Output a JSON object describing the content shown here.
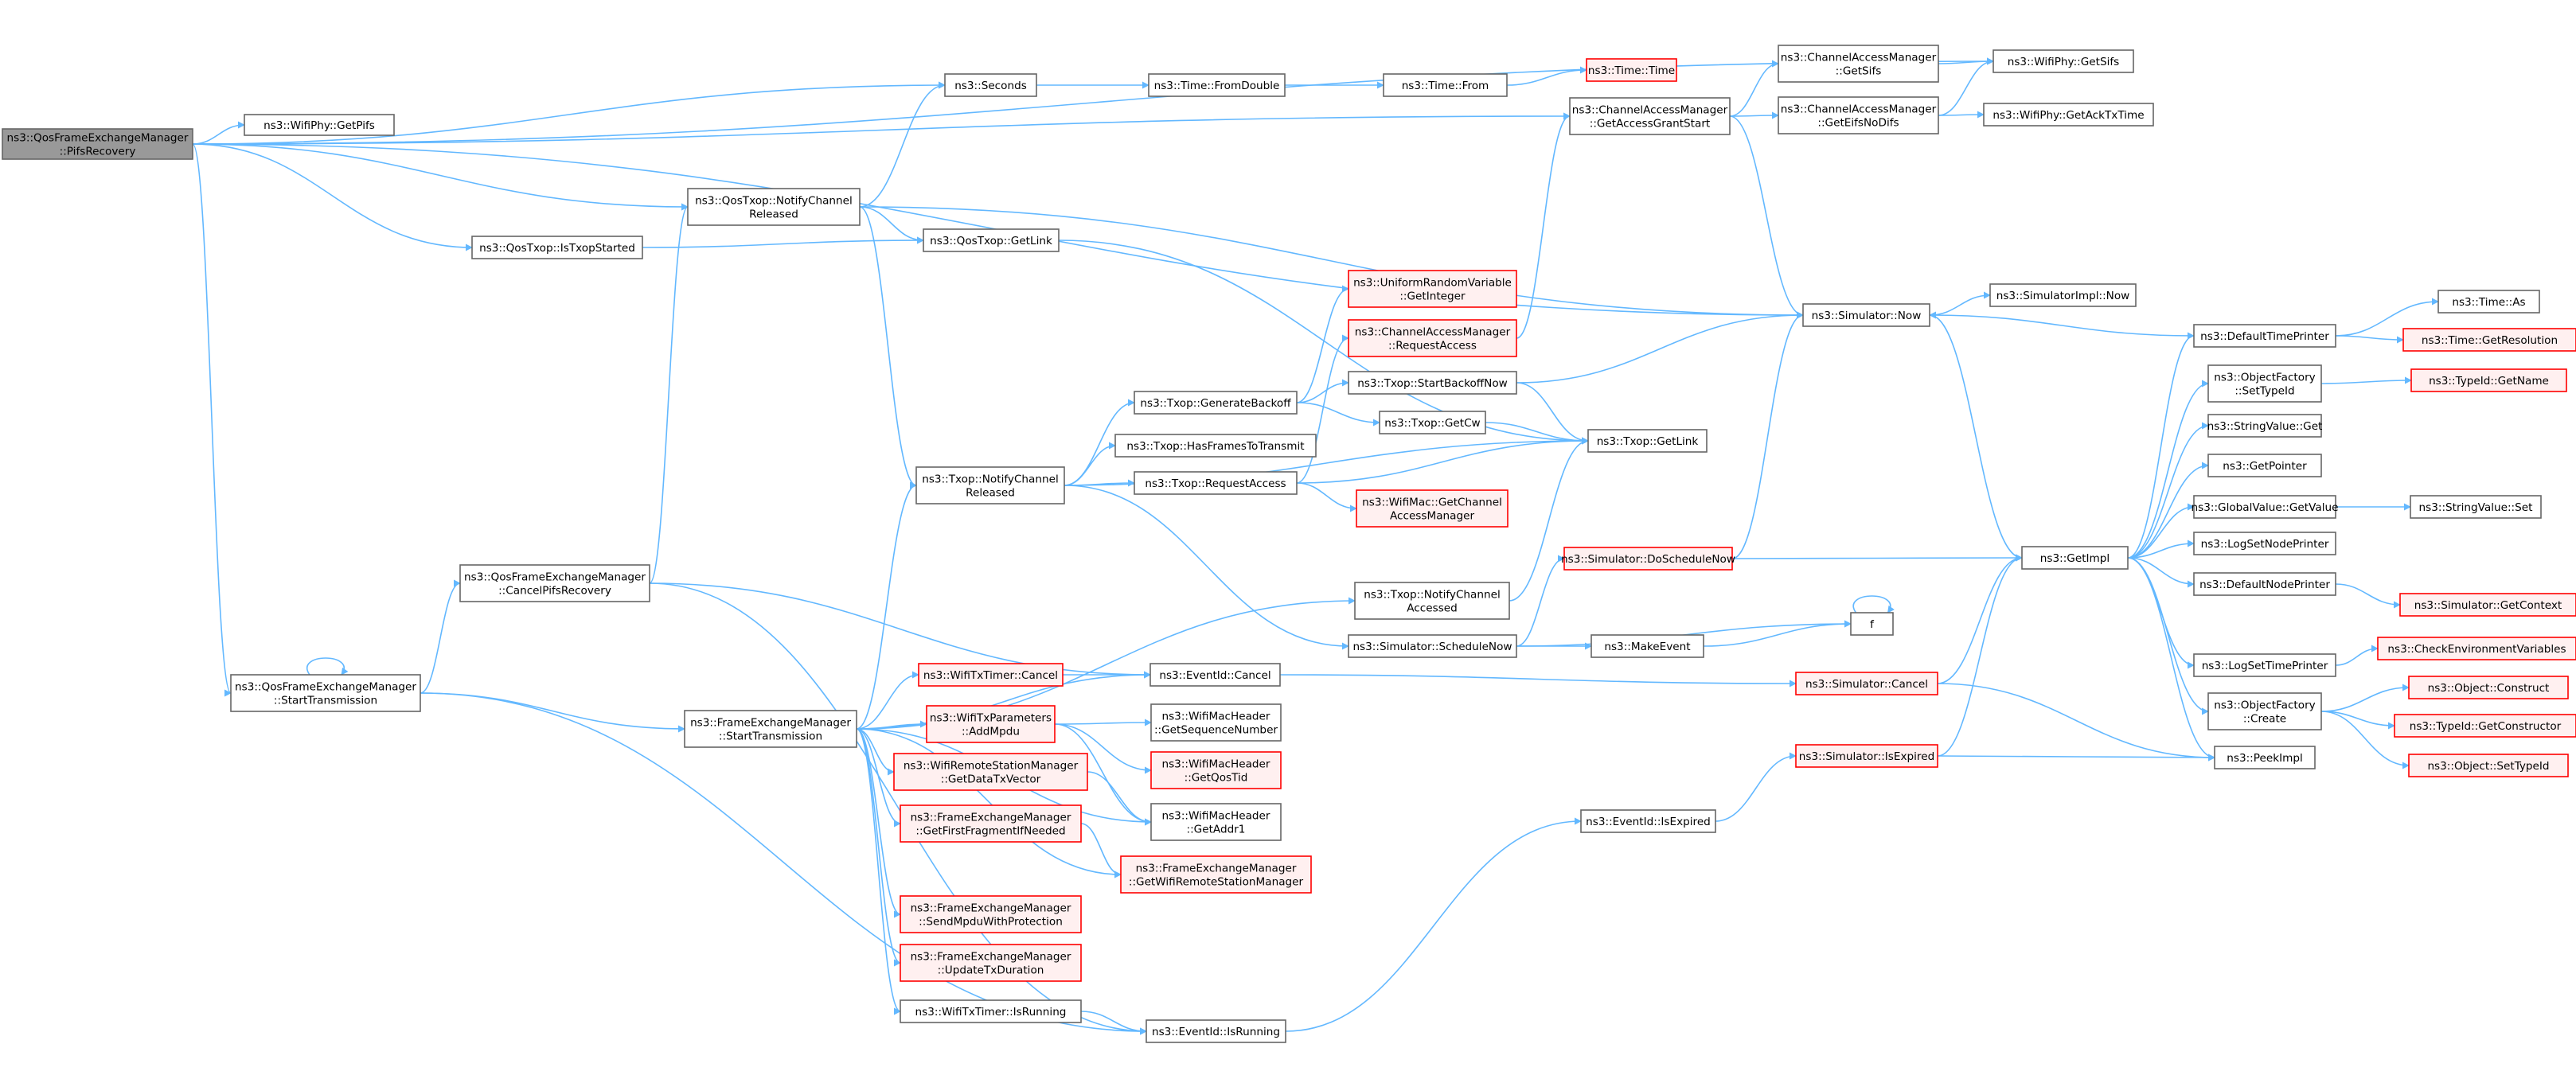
{
  "colors": {
    "edge": "#63b8ff",
    "node_fill": "#ffffff",
    "node_border": "#666666",
    "root_fill": "#999999",
    "root_border": "#666666",
    "truncated_fill": "#fff0f0",
    "truncated_border": "#ff0000"
  },
  "nodes": [
    {
      "id": "root",
      "lines": [
        "ns3::QosFrameExchangeManager",
        "::PifsRecovery"
      ],
      "kind": "root"
    },
    {
      "id": "getpifs",
      "lines": [
        "ns3::WifiPhy::GetPifs"
      ],
      "kind": "normal"
    },
    {
      "id": "seconds",
      "lines": [
        "ns3::Seconds"
      ],
      "kind": "normal"
    },
    {
      "id": "fromdouble",
      "lines": [
        "ns3::Time::FromDouble"
      ],
      "kind": "normal"
    },
    {
      "id": "timefrom",
      "lines": [
        "ns3::Time::From"
      ],
      "kind": "normal"
    },
    {
      "id": "timetime",
      "lines": [
        "ns3::Time::Time"
      ],
      "kind": "truncated"
    },
    {
      "id": "getaccessgrant",
      "lines": [
        "ns3::ChannelAccessManager",
        "::GetAccessGrantStart"
      ],
      "kind": "normal"
    },
    {
      "id": "getsifs_cam",
      "lines": [
        "ns3::ChannelAccessManager",
        "::GetSifs"
      ],
      "kind": "normal"
    },
    {
      "id": "geteifs",
      "lines": [
        "ns3::ChannelAccessManager",
        "::GetEifsNoDifs"
      ],
      "kind": "normal"
    },
    {
      "id": "phy_getsifs",
      "lines": [
        "ns3::WifiPhy::GetSifs"
      ],
      "kind": "normal"
    },
    {
      "id": "getacktx",
      "lines": [
        "ns3::WifiPhy::GetAckTxTime"
      ],
      "kind": "normal"
    },
    {
      "id": "qos_notify",
      "lines": [
        "ns3::QosTxop::NotifyChannel",
        "Released"
      ],
      "kind": "normal"
    },
    {
      "id": "istxop",
      "lines": [
        "ns3::QosTxop::IsTxopStarted"
      ],
      "kind": "normal"
    },
    {
      "id": "qos_getlink",
      "lines": [
        "ns3::QosTxop::GetLink"
      ],
      "kind": "normal"
    },
    {
      "id": "simnow",
      "lines": [
        "ns3::Simulator::Now"
      ],
      "kind": "normal"
    },
    {
      "id": "simimplnow",
      "lines": [
        "ns3::SimulatorImpl::Now"
      ],
      "kind": "normal"
    },
    {
      "id": "urv",
      "lines": [
        "ns3::UniformRandomVariable",
        "::GetInteger"
      ],
      "kind": "truncated"
    },
    {
      "id": "cam_request",
      "lines": [
        "ns3::ChannelAccessManager",
        "::RequestAccess"
      ],
      "kind": "truncated"
    },
    {
      "id": "genbackoff",
      "lines": [
        "ns3::Txop::GenerateBackoff"
      ],
      "kind": "normal"
    },
    {
      "id": "startbackoff",
      "lines": [
        "ns3::Txop::StartBackoffNow"
      ],
      "kind": "normal"
    },
    {
      "id": "hasframes",
      "lines": [
        "ns3::Txop::HasFramesToTransmit"
      ],
      "kind": "normal"
    },
    {
      "id": "getcw",
      "lines": [
        "ns3::Txop::GetCw"
      ],
      "kind": "normal"
    },
    {
      "id": "txop_getlink",
      "lines": [
        "ns3::Txop::GetLink"
      ],
      "kind": "normal"
    },
    {
      "id": "txop_notify",
      "lines": [
        "ns3::Txop::NotifyChannel",
        "Released"
      ],
      "kind": "normal"
    },
    {
      "id": "txop_request",
      "lines": [
        "ns3::Txop::RequestAccess"
      ],
      "kind": "normal"
    },
    {
      "id": "mac_getcam",
      "lines": [
        "ns3::WifiMac::GetChannel",
        "AccessManager"
      ],
      "kind": "truncated"
    },
    {
      "id": "cancelpifs",
      "lines": [
        "ns3::QosFrameExchangeManager",
        "::CancelPifsRecovery"
      ],
      "kind": "normal"
    },
    {
      "id": "dschedulenow",
      "lines": [
        "ns3::Simulator::DoScheduleNow"
      ],
      "kind": "truncated"
    },
    {
      "id": "txop_accessed",
      "lines": [
        "ns3::Txop::NotifyChannel",
        "Accessed"
      ],
      "kind": "normal"
    },
    {
      "id": "schedulenow",
      "lines": [
        "ns3::Simulator::ScheduleNow"
      ],
      "kind": "normal"
    },
    {
      "id": "makeevent",
      "lines": [
        "ns3::MakeEvent"
      ],
      "kind": "normal"
    },
    {
      "id": "f",
      "lines": [
        "f"
      ],
      "kind": "normal"
    },
    {
      "id": "qos_starttx",
      "lines": [
        "ns3::QosFrameExchangeManager",
        "::StartTransmission"
      ],
      "kind": "normal"
    },
    {
      "id": "timer_cancel",
      "lines": [
        "ns3::WifiTxTimer::Cancel"
      ],
      "kind": "truncated"
    },
    {
      "id": "eventid_cancel",
      "lines": [
        "ns3::EventId::Cancel"
      ],
      "kind": "normal"
    },
    {
      "id": "sim_cancel",
      "lines": [
        "ns3::Simulator::Cancel"
      ],
      "kind": "truncated"
    },
    {
      "id": "addmpdu",
      "lines": [
        "ns3::WifiTxParameters",
        "::AddMpdu"
      ],
      "kind": "truncated"
    },
    {
      "id": "getseqnum",
      "lines": [
        "ns3::WifiMacHeader",
        "::GetSequenceNumber"
      ],
      "kind": "normal"
    },
    {
      "id": "getqostid",
      "lines": [
        "ns3::WifiMacHeader",
        "::GetQosTid"
      ],
      "kind": "truncated"
    },
    {
      "id": "fem_starttx",
      "lines": [
        "ns3::FrameExchangeManager",
        "::StartTransmission"
      ],
      "kind": "normal"
    },
    {
      "id": "getdatatx",
      "lines": [
        "ns3::WifiRemoteStationManager",
        "::GetDataTxVector"
      ],
      "kind": "truncated"
    },
    {
      "id": "getaddr1",
      "lines": [
        "ns3::WifiMacHeader",
        "::GetAddr1"
      ],
      "kind": "normal"
    },
    {
      "id": "getfirstfrag",
      "lines": [
        "ns3::FrameExchangeManager",
        "::GetFirstFragmentIfNeeded"
      ],
      "kind": "truncated"
    },
    {
      "id": "getwrsm",
      "lines": [
        "ns3::FrameExchangeManager",
        "::GetWifiRemoteStationManager"
      ],
      "kind": "truncated"
    },
    {
      "id": "sendmpdu",
      "lines": [
        "ns3::FrameExchangeManager",
        "::SendMpduWithProtection"
      ],
      "kind": "truncated"
    },
    {
      "id": "updatetx",
      "lines": [
        "ns3::FrameExchangeManager",
        "::UpdateTxDuration"
      ],
      "kind": "truncated"
    },
    {
      "id": "timer_running",
      "lines": [
        "ns3::WifiTxTimer::IsRunning"
      ],
      "kind": "normal"
    },
    {
      "id": "eventid_running",
      "lines": [
        "ns3::EventId::IsRunning"
      ],
      "kind": "normal"
    },
    {
      "id": "eventid_expired",
      "lines": [
        "ns3::EventId::IsExpired"
      ],
      "kind": "normal"
    },
    {
      "id": "sim_expired",
      "lines": [
        "ns3::Simulator::IsExpired"
      ],
      "kind": "truncated"
    },
    {
      "id": "getimpl",
      "lines": [
        "ns3::GetImpl"
      ],
      "kind": "normal"
    },
    {
      "id": "peekimpl",
      "lines": [
        "ns3::PeekImpl"
      ],
      "kind": "normal"
    },
    {
      "id": "deftimeprinter",
      "lines": [
        "ns3::DefaultTimePrinter"
      ],
      "kind": "normal"
    },
    {
      "id": "timeas",
      "lines": [
        "ns3::Time::As"
      ],
      "kind": "normal"
    },
    {
      "id": "getres",
      "lines": [
        "ns3::Time::GetResolution"
      ],
      "kind": "truncated"
    },
    {
      "id": "settypeid",
      "lines": [
        "ns3::ObjectFactory",
        "::SetTypeId"
      ],
      "kind": "normal"
    },
    {
      "id": "getname",
      "lines": [
        "ns3::TypeId::GetName"
      ],
      "kind": "truncated"
    },
    {
      "id": "strget",
      "lines": [
        "ns3::StringValue::Get"
      ],
      "kind": "normal"
    },
    {
      "id": "getpointer",
      "lines": [
        "ns3::GetPointer"
      ],
      "kind": "normal"
    },
    {
      "id": "gvgetvalue",
      "lines": [
        "ns3::GlobalValue::GetValue"
      ],
      "kind": "normal"
    },
    {
      "id": "strset",
      "lines": [
        "ns3::StringValue::Set"
      ],
      "kind": "normal"
    },
    {
      "id": "lognodeprinter",
      "lines": [
        "ns3::LogSetNodePrinter"
      ],
      "kind": "normal"
    },
    {
      "id": "defnodeprinter",
      "lines": [
        "ns3::DefaultNodePrinter"
      ],
      "kind": "normal"
    },
    {
      "id": "getcontext",
      "lines": [
        "ns3::Simulator::GetContext"
      ],
      "kind": "truncated"
    },
    {
      "id": "logtimeprinter",
      "lines": [
        "ns3::LogSetTimePrinter"
      ],
      "kind": "normal"
    },
    {
      "id": "checkenv",
      "lines": [
        "ns3::CheckEnvironmentVariables"
      ],
      "kind": "truncated"
    },
    {
      "id": "ofcreate",
      "lines": [
        "ns3::ObjectFactory",
        "::Create"
      ],
      "kind": "normal"
    },
    {
      "id": "objconstruct",
      "lines": [
        "ns3::Object::Construct"
      ],
      "kind": "truncated"
    },
    {
      "id": "getconstructor",
      "lines": [
        "ns3::TypeId::GetConstructor"
      ],
      "kind": "truncated"
    },
    {
      "id": "objsettypeid",
      "lines": [
        "ns3::Object::SetTypeId"
      ],
      "kind": "truncated"
    }
  ],
  "edges": [
    [
      "root",
      "getpifs"
    ],
    [
      "root",
      "seconds"
    ],
    [
      "root",
      "getaccessgrant"
    ],
    [
      "root",
      "phy_getsifs"
    ],
    [
      "root",
      "qos_notify"
    ],
    [
      "root",
      "istxop"
    ],
    [
      "root",
      "simnow"
    ],
    [
      "root",
      "qos_starttx"
    ],
    [
      "seconds",
      "fromdouble"
    ],
    [
      "fromdouble",
      "timefrom"
    ],
    [
      "timefrom",
      "timetime"
    ],
    [
      "getaccessgrant",
      "getsifs_cam"
    ],
    [
      "getaccessgrant",
      "geteifs"
    ],
    [
      "getaccessgrant",
      "simnow"
    ],
    [
      "getsifs_cam",
      "phy_getsifs"
    ],
    [
      "geteifs",
      "phy_getsifs"
    ],
    [
      "geteifs",
      "getacktx"
    ],
    [
      "qos_notify",
      "seconds"
    ],
    [
      "qos_notify",
      "qos_getlink"
    ],
    [
      "qos_notify",
      "simnow"
    ],
    [
      "qos_notify",
      "txop_notify"
    ],
    [
      "istxop",
      "qos_getlink"
    ],
    [
      "qos_getlink",
      "txop_getlink"
    ],
    [
      "simnow",
      "simimplnow"
    ],
    [
      "simnow",
      "getimpl"
    ],
    [
      "txop_notify",
      "genbackoff"
    ],
    [
      "txop_notify",
      "hasframes"
    ],
    [
      "txop_notify",
      "txop_request"
    ],
    [
      "txop_notify",
      "txop_getlink"
    ],
    [
      "txop_notify",
      "schedulenow"
    ],
    [
      "genbackoff",
      "urv"
    ],
    [
      "genbackoff",
      "startbackoff"
    ],
    [
      "genbackoff",
      "getcw"
    ],
    [
      "startbackoff",
      "simnow"
    ],
    [
      "startbackoff",
      "txop_getlink"
    ],
    [
      "getcw",
      "txop_getlink"
    ],
    [
      "txop_request",
      "cam_request"
    ],
    [
      "txop_request",
      "mac_getcam"
    ],
    [
      "txop_request",
      "txop_getlink"
    ],
    [
      "cam_request",
      "getaccessgrant"
    ],
    [
      "qos_starttx",
      "qos_starttx"
    ],
    [
      "qos_starttx",
      "cancelpifs"
    ],
    [
      "qos_starttx",
      "fem_starttx"
    ],
    [
      "qos_starttx",
      "eventid_running"
    ],
    [
      "cancelpifs",
      "qos_notify"
    ],
    [
      "cancelpifs",
      "eventid_cancel"
    ],
    [
      "cancelpifs",
      "eventid_running"
    ],
    [
      "fem_starttx",
      "txop_notify"
    ],
    [
      "fem_starttx",
      "txop_accessed"
    ],
    [
      "fem_starttx",
      "timer_cancel"
    ],
    [
      "fem_starttx",
      "eventid_cancel"
    ],
    [
      "fem_starttx",
      "addmpdu"
    ],
    [
      "fem_starttx",
      "getdatatx"
    ],
    [
      "fem_starttx",
      "getaddr1"
    ],
    [
      "fem_starttx",
      "getfirstfrag"
    ],
    [
      "fem_starttx",
      "getwrsm"
    ],
    [
      "fem_starttx",
      "sendmpdu"
    ],
    [
      "fem_starttx",
      "updatetx"
    ],
    [
      "fem_starttx",
      "timer_running"
    ],
    [
      "timer_cancel",
      "eventid_cancel"
    ],
    [
      "addmpdu",
      "getseqnum"
    ],
    [
      "addmpdu",
      "getqostid"
    ],
    [
      "addmpdu",
      "getaddr1"
    ],
    [
      "getdatatx",
      "getaddr1"
    ],
    [
      "getfirstfrag",
      "getwrsm"
    ],
    [
      "timer_running",
      "eventid_running"
    ],
    [
      "txop_accessed",
      "txop_getlink"
    ],
    [
      "schedulenow",
      "dschedulenow"
    ],
    [
      "schedulenow",
      "makeevent"
    ],
    [
      "schedulenow",
      "f"
    ],
    [
      "dschedulenow",
      "simnow"
    ],
    [
      "dschedulenow",
      "getimpl"
    ],
    [
      "makeevent",
      "f"
    ],
    [
      "f",
      "f"
    ],
    [
      "eventid_cancel",
      "sim_cancel"
    ],
    [
      "sim_cancel",
      "getimpl"
    ],
    [
      "sim_cancel",
      "peekimpl"
    ],
    [
      "eventid_running",
      "eventid_expired"
    ],
    [
      "eventid_expired",
      "sim_expired"
    ],
    [
      "sim_expired",
      "getimpl"
    ],
    [
      "sim_expired",
      "peekimpl"
    ],
    [
      "getimpl",
      "deftimeprinter"
    ],
    [
      "getimpl",
      "settypeid"
    ],
    [
      "getimpl",
      "strget"
    ],
    [
      "getimpl",
      "getpointer"
    ],
    [
      "getimpl",
      "gvgetvalue"
    ],
    [
      "getimpl",
      "lognodeprinter"
    ],
    [
      "getimpl",
      "defnodeprinter"
    ],
    [
      "getimpl",
      "logtimeprinter"
    ],
    [
      "getimpl",
      "ofcreate"
    ],
    [
      "getimpl",
      "peekimpl"
    ],
    [
      "deftimeprinter",
      "simnow"
    ],
    [
      "deftimeprinter",
      "timeas"
    ],
    [
      "deftimeprinter",
      "getres"
    ],
    [
      "settypeid",
      "getname"
    ],
    [
      "gvgetvalue",
      "strset"
    ],
    [
      "defnodeprinter",
      "getcontext"
    ],
    [
      "logtimeprinter",
      "checkenv"
    ],
    [
      "ofcreate",
      "objconstruct"
    ],
    [
      "ofcreate",
      "getconstructor"
    ],
    [
      "ofcreate",
      "objsettypeid"
    ]
  ]
}
